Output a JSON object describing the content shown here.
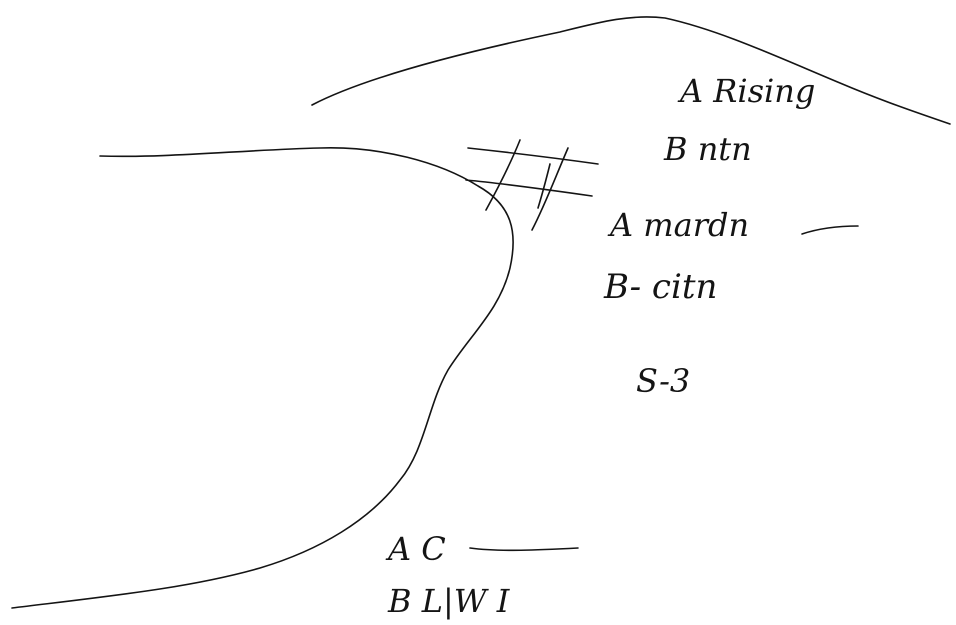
{
  "top_labels": {
    "line_a": "A Rising",
    "line_b": "B ntn"
  },
  "middle_labels": {
    "line_a": "A mardn",
    "line_b": "B- citn"
  },
  "section_label": "S-3",
  "bottom_labels": {
    "line_a": "A C",
    "line_b": "B L|W I"
  },
  "ink_color": "#141414"
}
